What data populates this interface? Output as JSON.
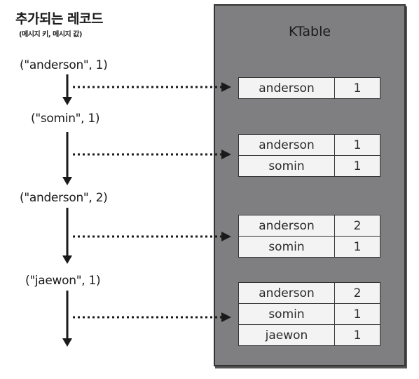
{
  "header": {
    "title": "추가되는 레코드",
    "subtitle": "(메시지 키, 메시지 값)"
  },
  "records": [
    {
      "label": "(\"anderson\", 1)"
    },
    {
      "label": "(\"somin\", 1)"
    },
    {
      "label": "(\"anderson\", 2)"
    },
    {
      "label": "(\"jaewon\", 1)"
    }
  ],
  "ktable": {
    "label": "KTable",
    "snapshots": [
      {
        "rows": [
          {
            "key": "anderson",
            "value": "1"
          }
        ]
      },
      {
        "rows": [
          {
            "key": "anderson",
            "value": "1"
          },
          {
            "key": "somin",
            "value": "1"
          }
        ]
      },
      {
        "rows": [
          {
            "key": "anderson",
            "value": "2"
          },
          {
            "key": "somin",
            "value": "1"
          }
        ]
      },
      {
        "rows": [
          {
            "key": "anderson",
            "value": "2"
          },
          {
            "key": "somin",
            "value": "1"
          },
          {
            "key": "jaewon",
            "value": "1"
          }
        ]
      }
    ]
  },
  "colors": {
    "ktable_background": "#7f7f81",
    "cell_background": "#f3f3f3",
    "arrow": "#1a1a1a"
  }
}
